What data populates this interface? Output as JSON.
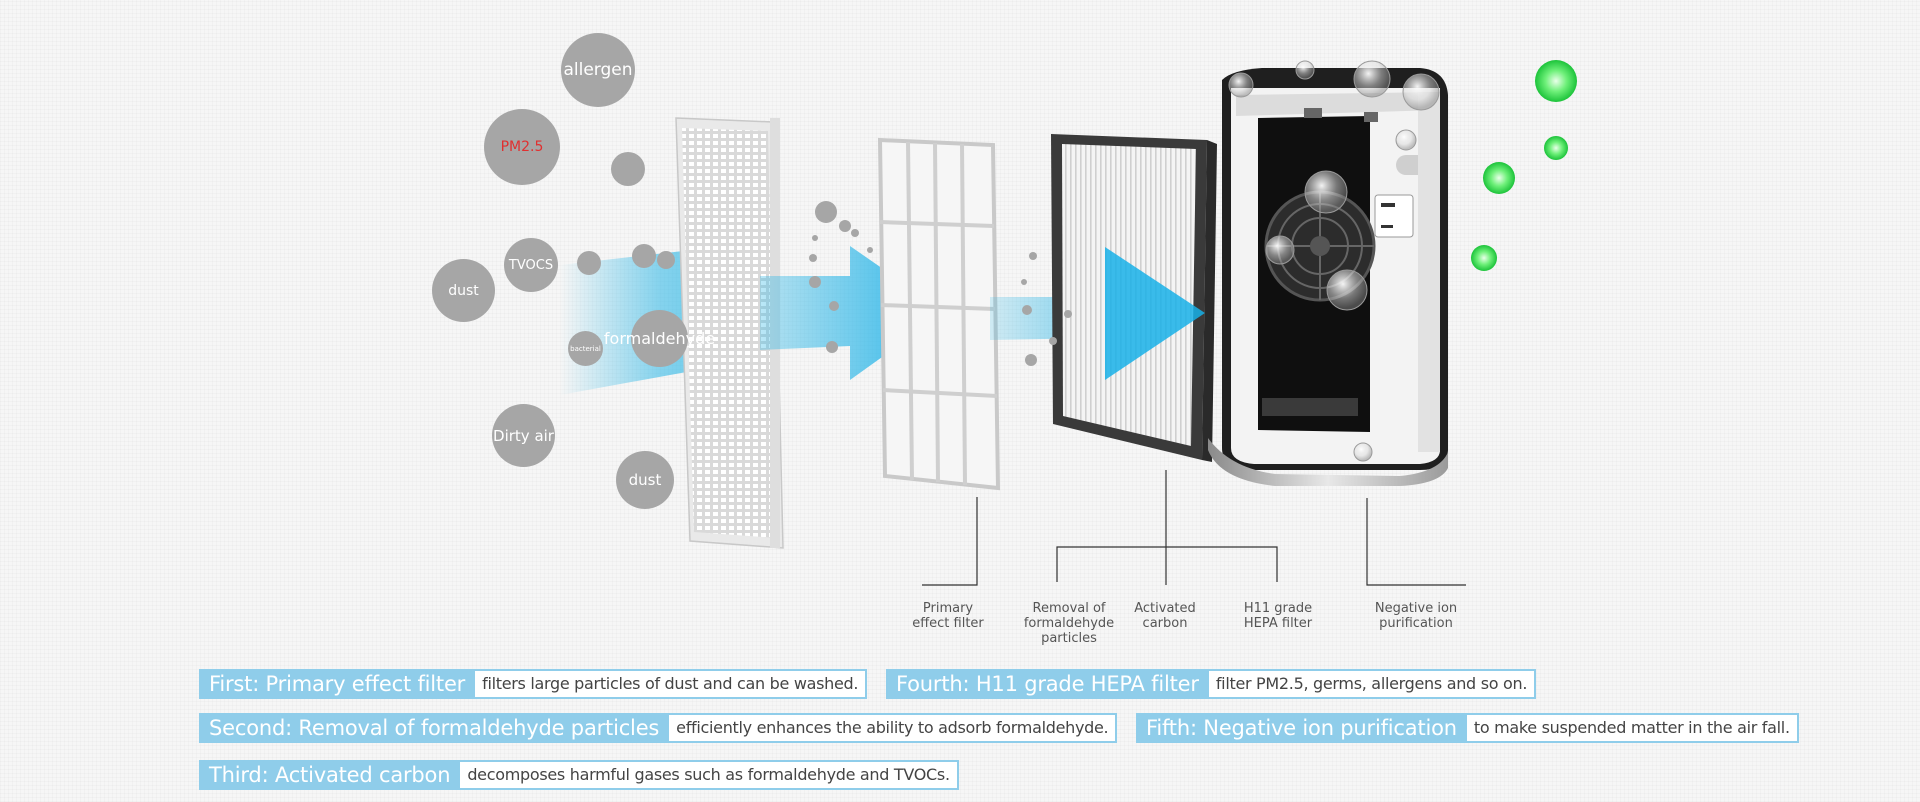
{
  "bubbles": [
    {
      "id": "allergen",
      "label": "allergen"
    },
    {
      "id": "pm25",
      "label": "PM2.5"
    },
    {
      "id": "tvocs",
      "label": "TVOCS"
    },
    {
      "id": "dust1",
      "label": "dust"
    },
    {
      "id": "bacterial",
      "label": "bacterial"
    },
    {
      "id": "formaldehyde",
      "label": "formaldehyde"
    },
    {
      "id": "dirty-air",
      "label": "Dirty air"
    },
    {
      "id": "dust2",
      "label": "dust"
    }
  ],
  "legend_labels": {
    "primary": [
      "Primary",
      "effect filter"
    ],
    "formaldehyde": [
      "Removal of",
      "formaldehyde",
      "particles"
    ],
    "carbon": [
      "Activated",
      "carbon"
    ],
    "hepa": [
      "H11 grade",
      "HEPA filter"
    ],
    "ion": [
      "Negative ion purification"
    ]
  },
  "descriptions": [
    {
      "title": "First: Primary effect filter",
      "text": "filters large particles of dust and can be washed."
    },
    {
      "title": "Second: Removal of formaldehyde particles",
      "text": "efficiently enhances the ability to adsorb formaldehyde."
    },
    {
      "title": "Third: Activated carbon",
      "text": "decomposes harmful gases such as formaldehyde and TVOCs."
    },
    {
      "title": "Fourth: H11 grade HEPA filter",
      "text": "filter PM2.5, germs, allergens and so on."
    },
    {
      "title": "Fifth: Negative ion purification",
      "text": "to make suspended matter in the air fall."
    }
  ],
  "colors": {
    "accent_blue": "#8fcdea",
    "arrow_blue": "#29b6e6",
    "bubble_gray": "#a6a6a6",
    "pm25_red": "#e03030",
    "ion_green": "#2ed84d"
  }
}
